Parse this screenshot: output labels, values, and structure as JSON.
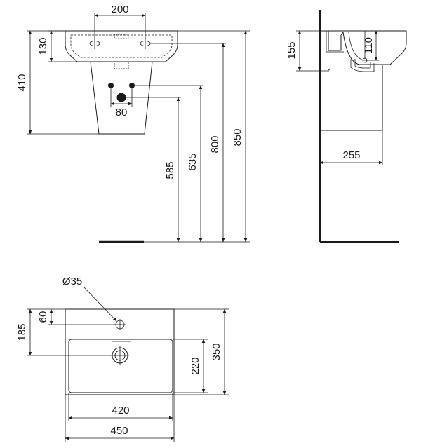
{
  "front_view": {
    "dim_200": "200",
    "dim_130": "130",
    "dim_410": "410",
    "dim_80": "80",
    "dim_585": "585",
    "dim_635": "635",
    "dim_800": "800",
    "dim_850": "850"
  },
  "side_view": {
    "dim_155": "155",
    "dim_110": "110",
    "dim_255": "255"
  },
  "top_view": {
    "dim_dia35": "Ø35",
    "dim_60": "60",
    "dim_185": "185",
    "dim_220": "220",
    "dim_350": "350",
    "dim_420": "420",
    "dim_450": "450"
  }
}
